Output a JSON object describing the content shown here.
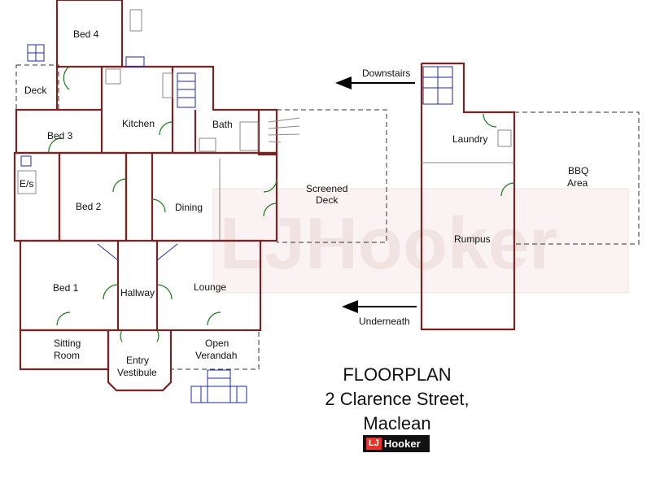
{
  "title_lines": [
    "FLOORPLAN",
    "2 Clarence Street,",
    "Maclean"
  ],
  "rooms": {
    "bed4": "Bed 4",
    "deck": "Deck",
    "kitchen": "Kitchen",
    "bath": "Bath",
    "bed3": "Bed 3",
    "es": "E/s",
    "bed2": "Bed 2",
    "dining": "Dining",
    "screened_deck_1": "Screened",
    "screened_deck_2": "Deck",
    "bed1": "Bed 1",
    "hallway": "Hallway",
    "lounge": "Lounge",
    "sitting_1": "Sitting",
    "sitting_2": "Room",
    "entry_1": "Entry",
    "entry_2": "Vestibule",
    "verandah_1": "Open",
    "verandah_2": "Verandah",
    "laundry": "Laundry",
    "bbq_1": "BBQ",
    "bbq_2": "Area",
    "rumpus": "Rumpus"
  },
  "annotations": {
    "downstairs": "Downstairs",
    "underneath": "Underneath"
  },
  "logo": {
    "lj": "LJ",
    "hooker": "Hooker"
  },
  "watermark": "LJHooker",
  "colors": {
    "wall": "#7a2323",
    "door": "#1a7a1a",
    "stair": "#1f2aa8",
    "logo_red": "#e8322a",
    "watermark": "#f2e3e3"
  }
}
